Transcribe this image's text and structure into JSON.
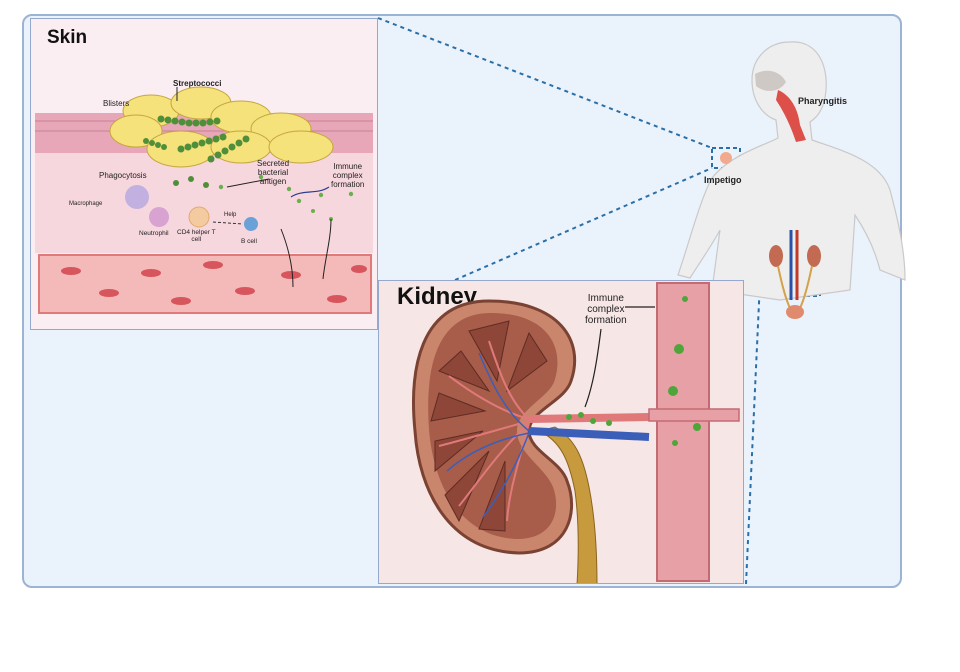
{
  "skin": {
    "title": "Skin",
    "labels": {
      "streptococci": "Streptococci",
      "blisters": "Blisters",
      "phagocytosis": "Phagocytosis",
      "secreted": [
        "Secreted",
        "bacterial",
        "antigen"
      ],
      "immune_complex": [
        "Immune",
        "complex",
        "formation"
      ],
      "macrophage": "Macrophage",
      "neutrophil": "Neutrophil",
      "cd4": [
        "CD4 helper T",
        "cell"
      ],
      "help": "Help",
      "bcell": "B cell"
    }
  },
  "kidney": {
    "title": "Kidney",
    "immune_complex": [
      "Immune",
      "complex",
      "formation"
    ]
  },
  "body": {
    "pharyngitis": "Pharyngitis",
    "impetigo": "Impetigo"
  },
  "colors": {
    "frame_border": "#9cb3d4",
    "frame_fill": "#eaf2fb",
    "dashed_connector": "#2a6fa8",
    "bacteria_green": "#4f8f3a",
    "antigen_green": "#6ab04c",
    "vessel_red": "#e07a7a",
    "kidney_red": "#b7624f"
  }
}
